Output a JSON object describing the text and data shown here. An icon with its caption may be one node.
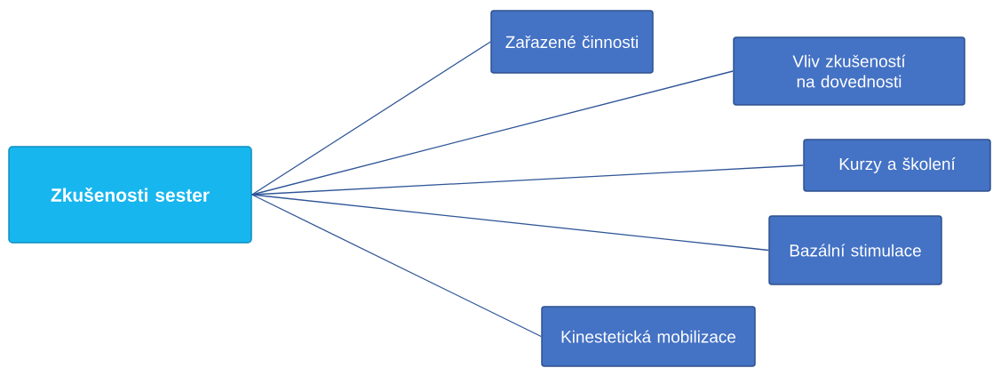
{
  "diagram": {
    "nodes": [
      {
        "text": [
          "Zkušenosti sester"
        ]
      },
      {
        "text": [
          "Zařazené činnosti"
        ]
      },
      {
        "text": [
          "Vliv zkušeností na dovednosti"
        ]
      },
      {
        "text": [
          "Kurzy a školení"
        ]
      },
      {
        "text": [
          "Bazální stimulace"
        ]
      },
      {
        "text": [
          "Kinestetická mobilizace"
        ]
      }
    ],
    "edges": [
      {
        "from": 0,
        "to": 1,
        "arrow": "none"
      },
      {
        "from": 0,
        "to": 2,
        "arrow": "none"
      },
      {
        "from": 0,
        "to": 3,
        "arrow": "none"
      },
      {
        "from": 0,
        "to": 4,
        "arrow": "none"
      },
      {
        "from": 0,
        "to": 5,
        "arrow": "none"
      }
    ]
  }
}
